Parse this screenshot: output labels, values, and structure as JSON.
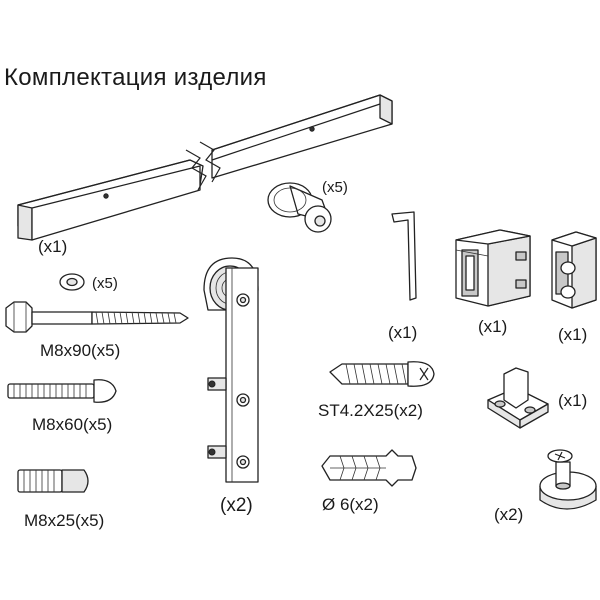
{
  "title": "Комплектация изделия",
  "parts": {
    "rail": {
      "qty": "(x1)"
    },
    "stopper": {
      "qty": "(x5)"
    },
    "washer": {
      "qty": "(x5)"
    },
    "allen_key": {
      "qty": "(x1)"
    },
    "bracket_a": {
      "qty": "(x1)"
    },
    "bracket_b": {
      "qty": "(x1)"
    },
    "bolt_m8x90": {
      "label": "M8x90(x5)"
    },
    "bolt_m8x60": {
      "label": "M8x60(x5)"
    },
    "bolt_m8x25": {
      "label": "M8x25(x5)"
    },
    "hanger": {
      "qty": "(x2)"
    },
    "screw_st42": {
      "label": "ST4.2X25(x2)"
    },
    "anchor": {
      "label": "Ø 6(x2)"
    },
    "floor_guide": {
      "qty": "(x1)"
    },
    "door_stop": {
      "qty": "(x2)"
    }
  }
}
